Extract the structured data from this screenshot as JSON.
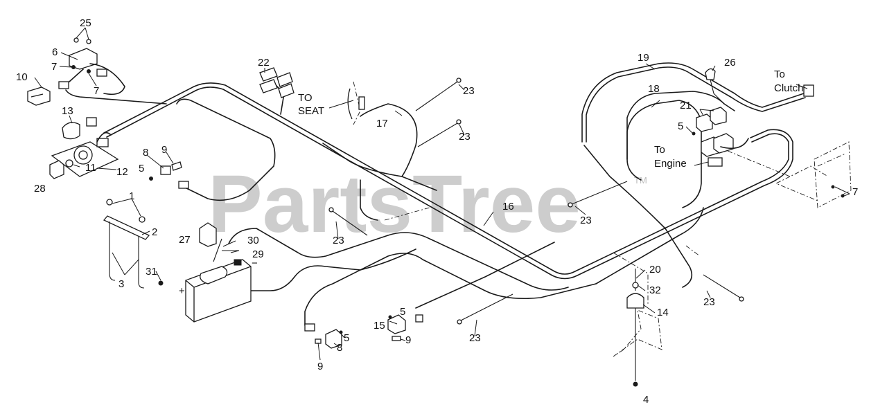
{
  "watermark": {
    "text": "PartsTree",
    "mark": "TM"
  },
  "labels": {
    "to_seat": "TO\nSEAT",
    "to_clutch": "To\nClutch",
    "to_engine": "To\nEngine",
    "positive": "+",
    "negative": "−"
  },
  "callouts": [
    {
      "id": "c25",
      "text": "25"
    },
    {
      "id": "c6",
      "text": "6"
    },
    {
      "id": "c7a",
      "text": "7"
    },
    {
      "id": "c7b",
      "text": "7"
    },
    {
      "id": "c10",
      "text": "10"
    },
    {
      "id": "c13",
      "text": "13"
    },
    {
      "id": "c11",
      "text": "11"
    },
    {
      "id": "c12",
      "text": "12"
    },
    {
      "id": "c28",
      "text": "28"
    },
    {
      "id": "c8a",
      "text": "8"
    },
    {
      "id": "c9a",
      "text": "9"
    },
    {
      "id": "c5a",
      "text": "5"
    },
    {
      "id": "c1",
      "text": "1"
    },
    {
      "id": "c2",
      "text": "2"
    },
    {
      "id": "c3",
      "text": "3"
    },
    {
      "id": "c27",
      "text": "27"
    },
    {
      "id": "c30",
      "text": "30"
    },
    {
      "id": "c29",
      "text": "29"
    },
    {
      "id": "c31",
      "text": "31"
    },
    {
      "id": "c22",
      "text": "22"
    },
    {
      "id": "c17",
      "text": "17"
    },
    {
      "id": "c23a",
      "text": "23"
    },
    {
      "id": "c23b",
      "text": "23"
    },
    {
      "id": "c23c",
      "text": "23"
    },
    {
      "id": "c23d",
      "text": "23"
    },
    {
      "id": "c23e",
      "text": "23"
    },
    {
      "id": "c23f",
      "text": "23"
    },
    {
      "id": "c16",
      "text": "16"
    },
    {
      "id": "c19",
      "text": "19"
    },
    {
      "id": "c26",
      "text": "26"
    },
    {
      "id": "c18",
      "text": "18"
    },
    {
      "id": "c21",
      "text": "21"
    },
    {
      "id": "c5b",
      "text": "5"
    },
    {
      "id": "c7c",
      "text": "7"
    },
    {
      "id": "c20",
      "text": "20"
    },
    {
      "id": "c32",
      "text": "32"
    },
    {
      "id": "c14",
      "text": "14"
    },
    {
      "id": "c4",
      "text": "4"
    },
    {
      "id": "c15",
      "text": "15"
    },
    {
      "id": "c5c",
      "text": "5"
    },
    {
      "id": "c9b",
      "text": "9"
    },
    {
      "id": "c5d",
      "text": "5"
    },
    {
      "id": "c8b",
      "text": "8"
    },
    {
      "id": "c9c",
      "text": "9"
    }
  ]
}
